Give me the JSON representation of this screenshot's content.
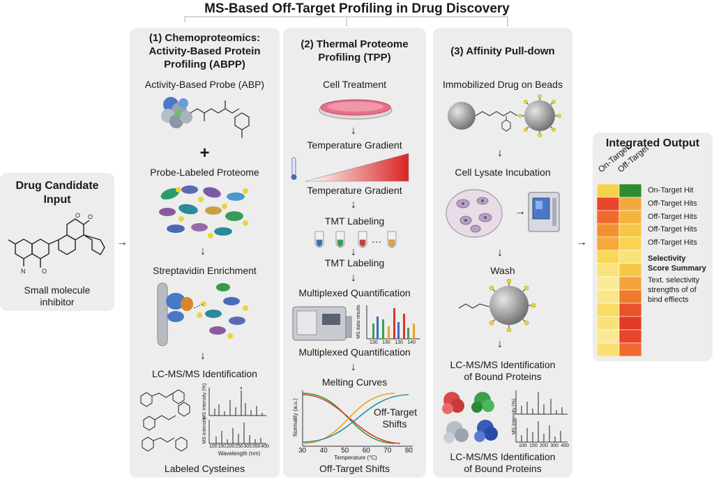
{
  "title": "MS-Based Off-Target Profiling in Drug Discovery",
  "input": {
    "heading_line1": "Drug Candidate",
    "heading_line2": "Input",
    "caption_line1": "Small molecule",
    "caption_line2": "inhibitor"
  },
  "abpp": {
    "heading_line1": "(1) Chemoproteomics:",
    "heading_line2": "Activity-Based Protein",
    "heading_line3": "Profiling (ABPP)",
    "probe_label": "Activity-Based Probe (ABP)",
    "plus": "+",
    "proteome_label": "Probe-Labeled Proteome",
    "enrichment_label": "Streptavidin Enrichment",
    "lcms_label": "LC-MS/MS Identification",
    "spectrum_ylabel": "MS Intensity (%)",
    "spectrum_ylabel2": "MS Intensity",
    "spectrum_xlabel": "Wavelength (nm)",
    "spectrum_ticks": [
      "100",
      "150",
      "200",
      "250",
      "300",
      "350",
      "400"
    ],
    "footer_label": "Labeled Cysteines"
  },
  "tpp": {
    "heading_line1": "(2)  Thermal Proteome",
    "heading_line2": "Profiling (TPP)",
    "cell_label": "Cell Treatment",
    "gradient_label_top": "Temperature Gradient",
    "gradient_label_bottom": "Temperature Gradient",
    "tmt_label_top": "TMT Labeling",
    "tmt_label_bottom": "TMT Labeling",
    "tmt_dots": "···",
    "mq_label_top": "Multiplexed Quantification",
    "mq_label_bottom": "Multiplexed Quantification",
    "mq_chart_ylabel": "MS data results",
    "mq_ticks": [
      "130",
      "130",
      "130",
      "140"
    ],
    "melt_label": "Melting Curves",
    "melt_ylabel": "Normality (a.u.)",
    "melt_xlabel": "Temperature (°C)",
    "melt_ticks": [
      "30",
      "40",
      "50",
      "60",
      "70",
      "80"
    ],
    "melt_annotation_line1": "Off-Target",
    "melt_annotation_line2": "Shifts",
    "footer_label": "Off-Target Shifts"
  },
  "affinity": {
    "heading": "(3)  Affinity Pull-down",
    "beads_label": "Immobilized Drug on Beads",
    "lysate_label": "Cell Lysate Incubation",
    "wash_label": "Wash",
    "lcms_line1": "LC-MS/MS Identification",
    "lcms_line2": "of Bound Proteins",
    "spectrum_ylabel": "MS Intensity (%)",
    "spectrum_ticks": [
      "100",
      "150",
      "200",
      "300",
      "400"
    ],
    "footer_line1": "LC-MS/MS Identification",
    "footer_line2": "of Bound Proteins"
  },
  "output": {
    "heading": "Integrated Output",
    "col_headers": [
      "On-Target",
      "Off-Target"
    ],
    "row_labels": [
      "On-Target Hit",
      "Off-Target Hits",
      "Off-Target Hits",
      "Off-Target Hits",
      "Off-Target Hits"
    ],
    "summary_line1": "Selectivity",
    "summary_line2": "Score Summary",
    "summary_text_line1": "Text. selectivity",
    "summary_text_line2": "strengths of of",
    "summary_text_line3": "bind effiects",
    "heatmap": {
      "rows": 13,
      "cols": 2,
      "colors": [
        [
          "#f6d24a",
          "#2e8b2e"
        ],
        [
          "#e8452a",
          "#f2a93a"
        ],
        [
          "#f06a2c",
          "#f4b43c"
        ],
        [
          "#f4912f",
          "#f6c646"
        ],
        [
          "#f6a83a",
          "#f8d452"
        ],
        [
          "#f8d858",
          "#f9e27a"
        ],
        [
          "#f9e47c",
          "#f6c646"
        ],
        [
          "#faeb98",
          "#f3a43a"
        ],
        [
          "#f9e68a",
          "#ef7a2e"
        ],
        [
          "#f8dc66",
          "#e9522a"
        ],
        [
          "#f9e27a",
          "#e23a24"
        ],
        [
          "#fae894",
          "#e8452a"
        ],
        [
          "#f9e070",
          "#ef6a2c"
        ]
      ]
    }
  },
  "colors": {
    "panel": "#ededed",
    "gradient_start": "#ffffff",
    "gradient_end": "#d92424",
    "curve_green": "#2a9d3a",
    "curve_red": "#d9352a",
    "curve_orange": "#f0a020",
    "curve_teal": "#2a8fa8"
  }
}
